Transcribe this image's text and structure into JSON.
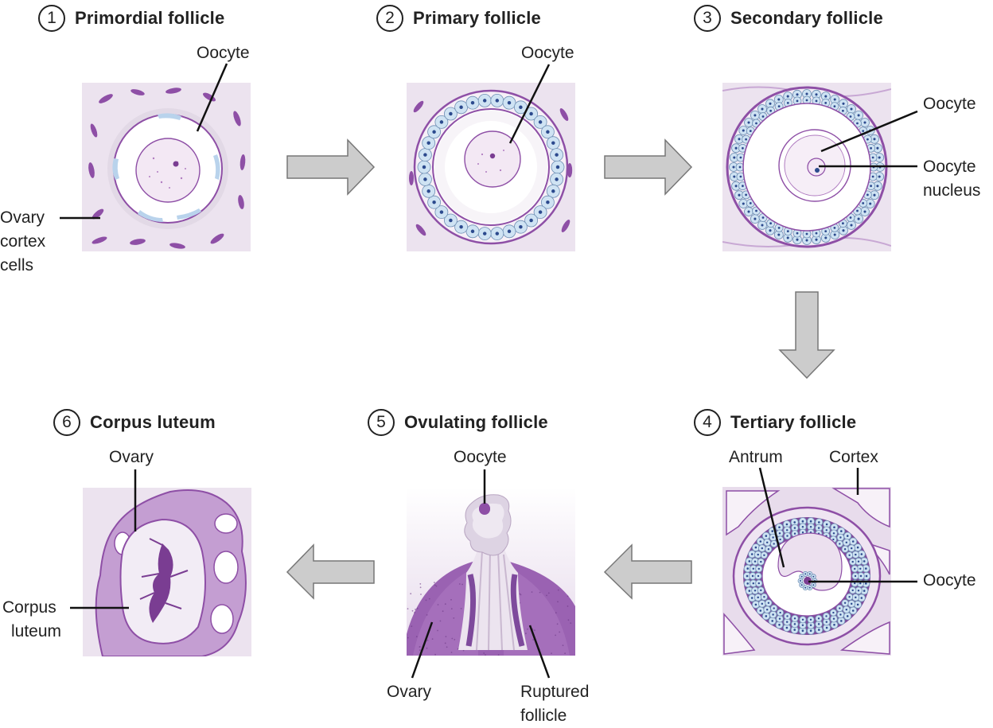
{
  "stages": [
    {
      "number": "1",
      "title": "Primordial follicle"
    },
    {
      "number": "2",
      "title": "Primary follicle"
    },
    {
      "number": "3",
      "title": "Secondary follicle"
    },
    {
      "number": "4",
      "title": "Tertiary follicle"
    },
    {
      "number": "5",
      "title": "Ovulating follicle"
    },
    {
      "number": "6",
      "title": "Corpus luteum"
    }
  ],
  "labels": {
    "s1_oocyte": "Oocyte",
    "s1_cortex_1": "Ovary",
    "s1_cortex_2": "cortex",
    "s1_cortex_3": "cells",
    "s2_oocyte": "Oocyte",
    "s3_oocyte": "Oocyte",
    "s3_nucleus_1": "Oocyte",
    "s3_nucleus_2": "nucleus",
    "s4_antrum": "Antrum",
    "s4_cortex": "Cortex",
    "s4_oocyte": "Oocyte",
    "s5_oocyte": "Oocyte",
    "s5_ovary": "Ovary",
    "s5_ruptured_1": "Ruptured",
    "s5_ruptured_2": "follicle",
    "s6_ovary": "Ovary",
    "s6_corpus_1": "Corpus",
    "s6_corpus_2": "luteum"
  },
  "colors": {
    "tissue_bg": "#ece3ef",
    "cell_purple": "#8e4fa6",
    "granulosa_blue": "#cfe3f3",
    "arrow_fill": "#cccccc",
    "arrow_stroke": "#777777"
  }
}
